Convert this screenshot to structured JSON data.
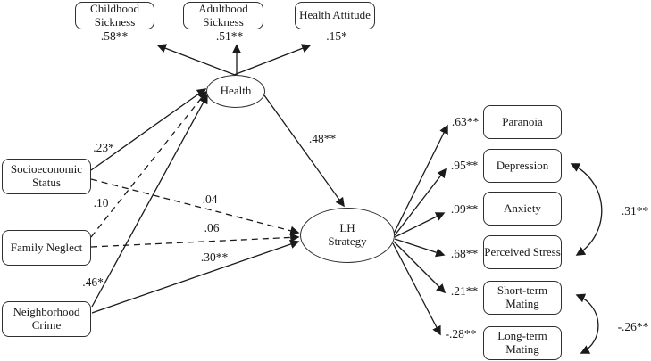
{
  "latents": {
    "health": {
      "label": "Health"
    },
    "lh_strategy": {
      "label": "LH Strategy"
    }
  },
  "top_indicators": [
    {
      "label": "Childhood Sickness",
      "loading": ".58**"
    },
    {
      "label": "Adulthood Sickness",
      "loading": ".51**"
    },
    {
      "label": "Health Attitude",
      "loading": ".15*"
    }
  ],
  "predictors": [
    {
      "label": "Socioeconomic Status"
    },
    {
      "label": "Family Neglect"
    },
    {
      "label": "Neighborhood Crime"
    }
  ],
  "outcomes": [
    {
      "label": "Paranoia",
      "loading": ".63**"
    },
    {
      "label": "Depression",
      "loading": ".95**"
    },
    {
      "label": "Anxiety",
      "loading": ".99**"
    },
    {
      "label": "Perceived Stress",
      "loading": ".68**"
    },
    {
      "label": "Short-term Mating",
      "loading": ".21**"
    },
    {
      "label": "Long-term Mating",
      "loading": "-.28**"
    }
  ],
  "path_coefficients": {
    "ses_to_health": ".23*",
    "neglect_to_health": ".10",
    "ses_to_lh": ".04",
    "neglect_to_lh": ".06",
    "crime_to_lh": ".30**",
    "crime_to_health": ".46*",
    "health_to_lh": ".48**"
  },
  "covariances": {
    "depression_stress": ".31**",
    "shortterm_longterm": "-.26**"
  },
  "colors": {
    "line": "#1a1a1a",
    "box_border": "#2f2f2f",
    "background": "#ffffff",
    "text": "#1a1a1a"
  }
}
